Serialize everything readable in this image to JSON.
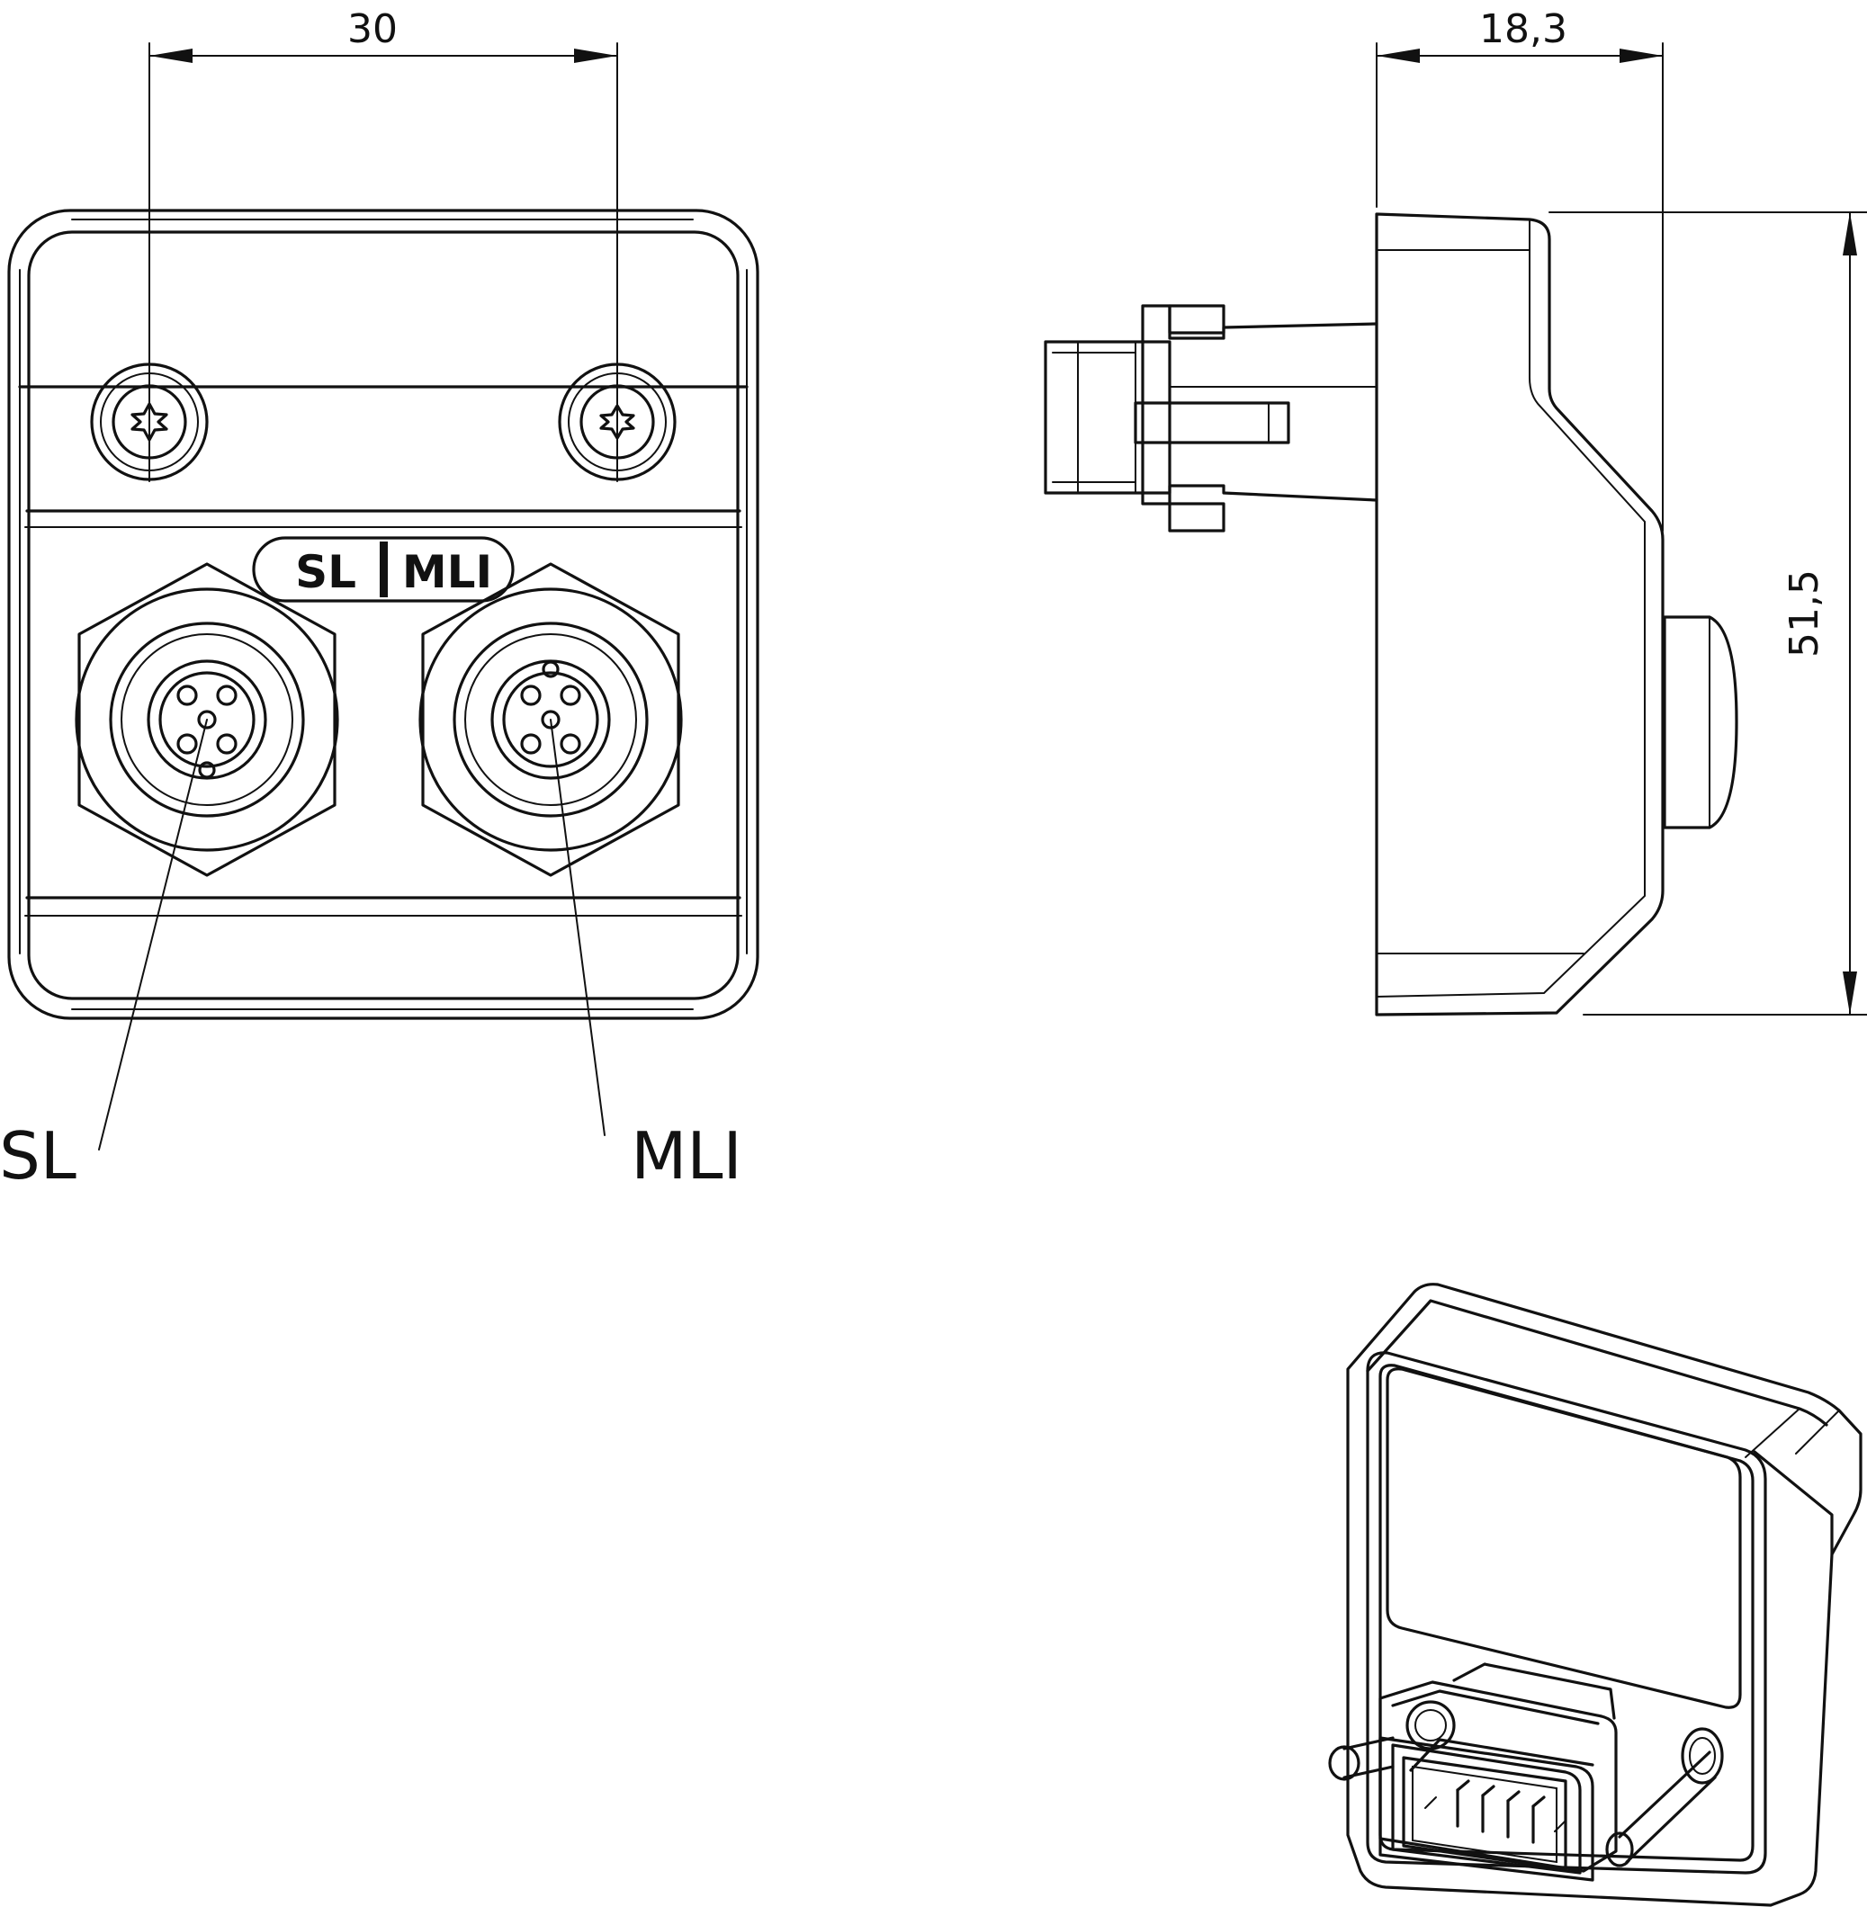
{
  "dimensions": {
    "screw_spacing": "30",
    "depth": "18,3",
    "height": "51,5"
  },
  "port_badge": {
    "left": "SL",
    "right": "MLI"
  },
  "callouts": {
    "left_port": "SL",
    "right_port": "MLI"
  }
}
